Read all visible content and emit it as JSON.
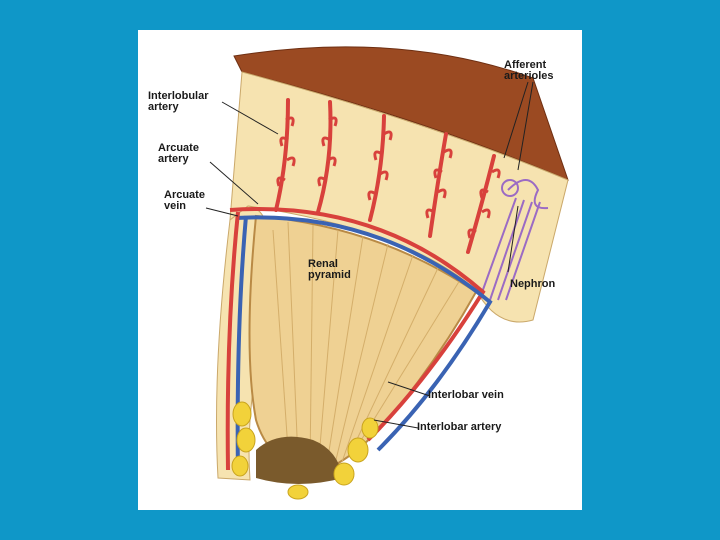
{
  "labels": {
    "interlobular_artery": [
      "Interlobular",
      "artery"
    ],
    "arcuate_artery": [
      "Arcuate",
      "artery"
    ],
    "arcuate_vein": [
      "Arcuate",
      "vein"
    ],
    "afferent_arterioles": [
      "Afferent",
      "arterioles"
    ],
    "renal_pyramid": [
      "Renal",
      "pyramid"
    ],
    "nephron": "Nephron",
    "interlobar_vein": "Interlobar vein",
    "interlobar_artery": "Interlobar artery"
  },
  "colors": {
    "background": "#0f97c8",
    "capsule": "#9b4a22",
    "cortex": "#f6e3b0",
    "medulla": "#efd193",
    "artery": "#d8413c",
    "vein": "#3a63b3",
    "nephron": "#9b6bc4",
    "fat": "#f2d23a"
  }
}
